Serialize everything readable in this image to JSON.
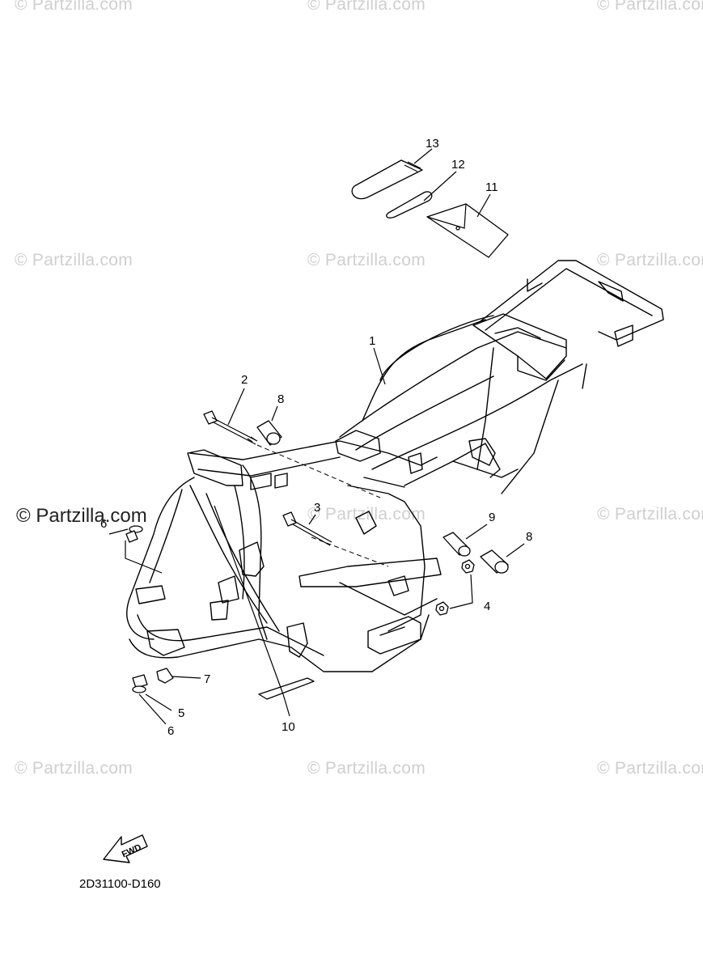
{
  "watermarks": [
    "© Partzilla.com",
    "© Partzilla.com",
    "© Partzilla.com",
    "© Partzilla.com",
    "© Partzilla.com",
    "© Partzilla.com",
    "© Partzilla.com",
    "© Partzilla.com",
    "© Partzilla.com",
    "© Partzilla.com",
    "© Partzilla.com"
  ],
  "main_watermark": "© Partzilla.com",
  "callouts": {
    "c1": "1",
    "c2": "2",
    "c3": "3",
    "c4": "4",
    "c5": "5",
    "c6a": "6",
    "c6b": "6",
    "c7": "7",
    "c8a": "8",
    "c8b": "8",
    "c9": "9",
    "c10": "10",
    "c11": "11",
    "c12": "12",
    "c13": "13"
  },
  "fwd_label": "FWD",
  "diagram_code": "2D31100-D160"
}
